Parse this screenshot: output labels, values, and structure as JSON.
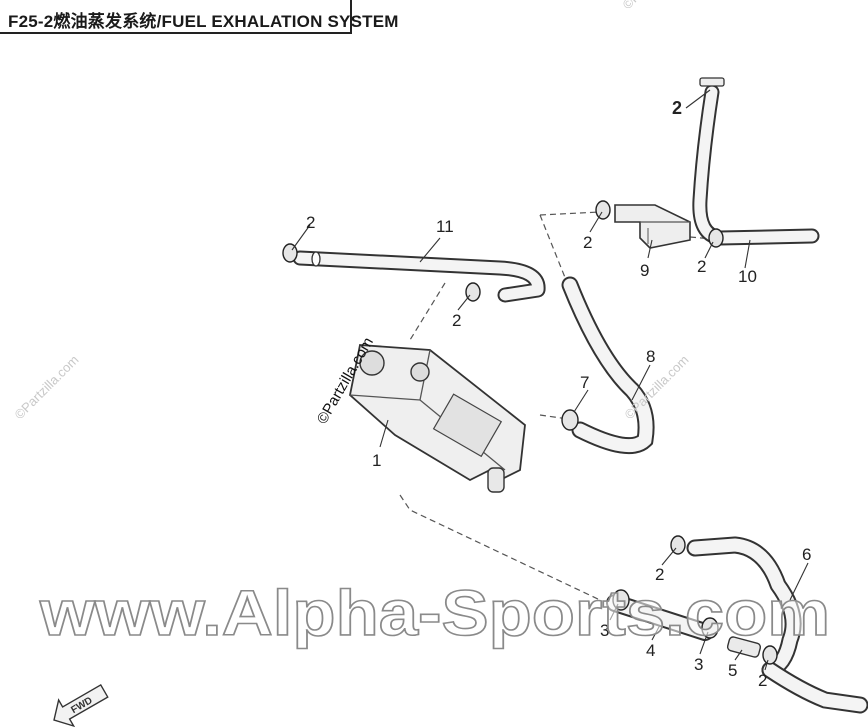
{
  "title": "F25-2燃油蒸发系统/FUEL EXHALATION  SYSTEM",
  "callouts": {
    "c1": "1",
    "c2_top": "2",
    "c2_left": "2",
    "c2_mid": "2",
    "c2_upper_left9": "2",
    "c2_right10": "2",
    "c2_lower_right": "2",
    "c2_bottom": "2",
    "c3_left": "3",
    "c3_right": "3",
    "c4": "4",
    "c5": "5",
    "c6": "6",
    "c7": "7",
    "c8": "8",
    "c9": "9",
    "c10": "10",
    "c11": "11"
  },
  "watermarks": {
    "partzilla": "©Partzilla.com",
    "alpha": "www.Alpha-Sports.com"
  },
  "fwd_label": "FWD"
}
